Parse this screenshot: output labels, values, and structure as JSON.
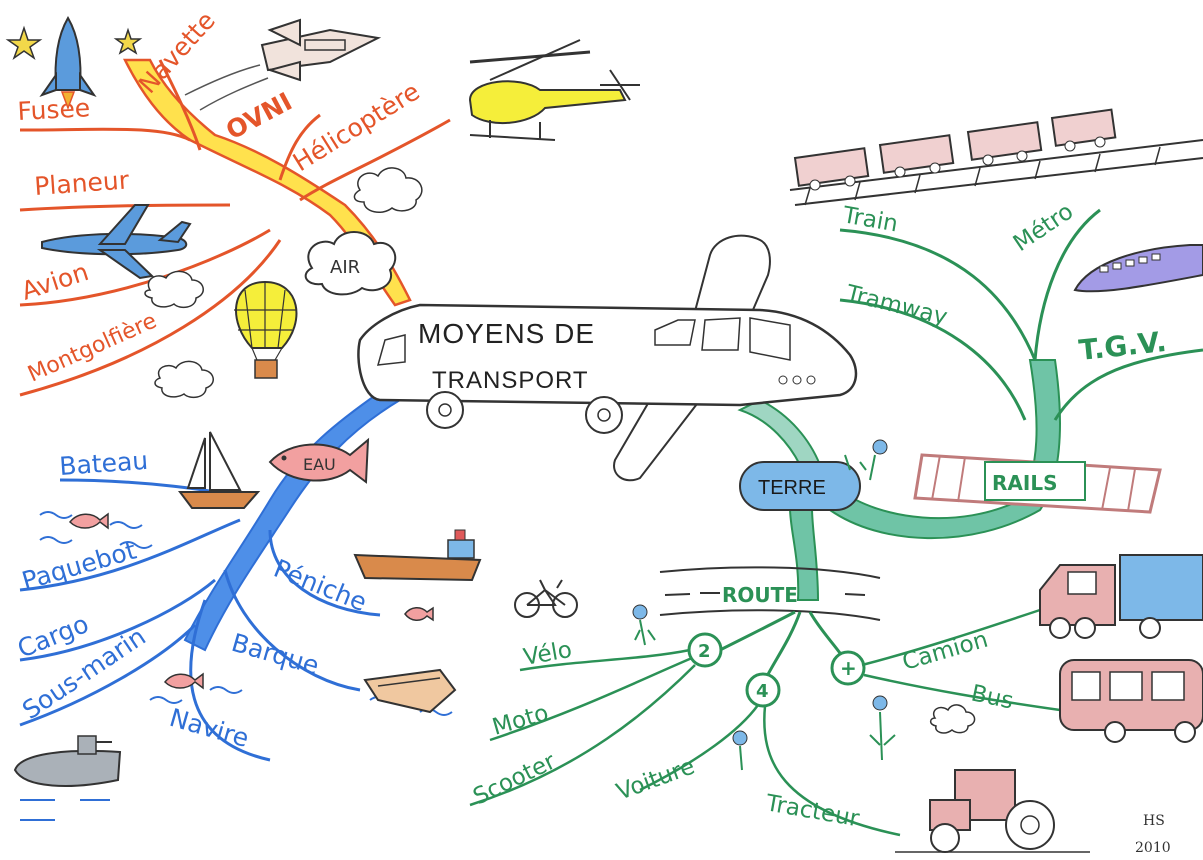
{
  "center": {
    "line1": "MOYENS DE",
    "line2": "TRANSPORT"
  },
  "branches": {
    "air": {
      "label": "AIR",
      "color": "#e4552a",
      "items": [
        "Fusee",
        "Navette",
        "OVNI",
        "Hélicoptère",
        "Planeur",
        "Avion",
        "Montgolfière"
      ]
    },
    "eau": {
      "label": "EAU",
      "color": "#2f6fd6",
      "items": [
        "Bateau",
        "Paquebot",
        "Cargo",
        "Sous-marin",
        "Navire",
        "Barque",
        "Péniche"
      ]
    },
    "terre": {
      "label": "TERRE",
      "color": "#2b9156",
      "rails": {
        "label": "RAILS",
        "items": [
          "Train",
          "Métro",
          "Tramway",
          "T.G.V."
        ]
      },
      "route": {
        "label": "ROUTE",
        "groups": [
          {
            "badge": "2",
            "items": [
              "Vélo",
              "Moto",
              "Scooter"
            ]
          },
          {
            "badge": "4",
            "items": [
              "Voiture",
              "Tracteur"
            ]
          },
          {
            "badge": "+",
            "items": [
              "Camion",
              "Bus"
            ]
          }
        ]
      }
    }
  },
  "signature": {
    "initials": "HS",
    "year": "2010"
  }
}
